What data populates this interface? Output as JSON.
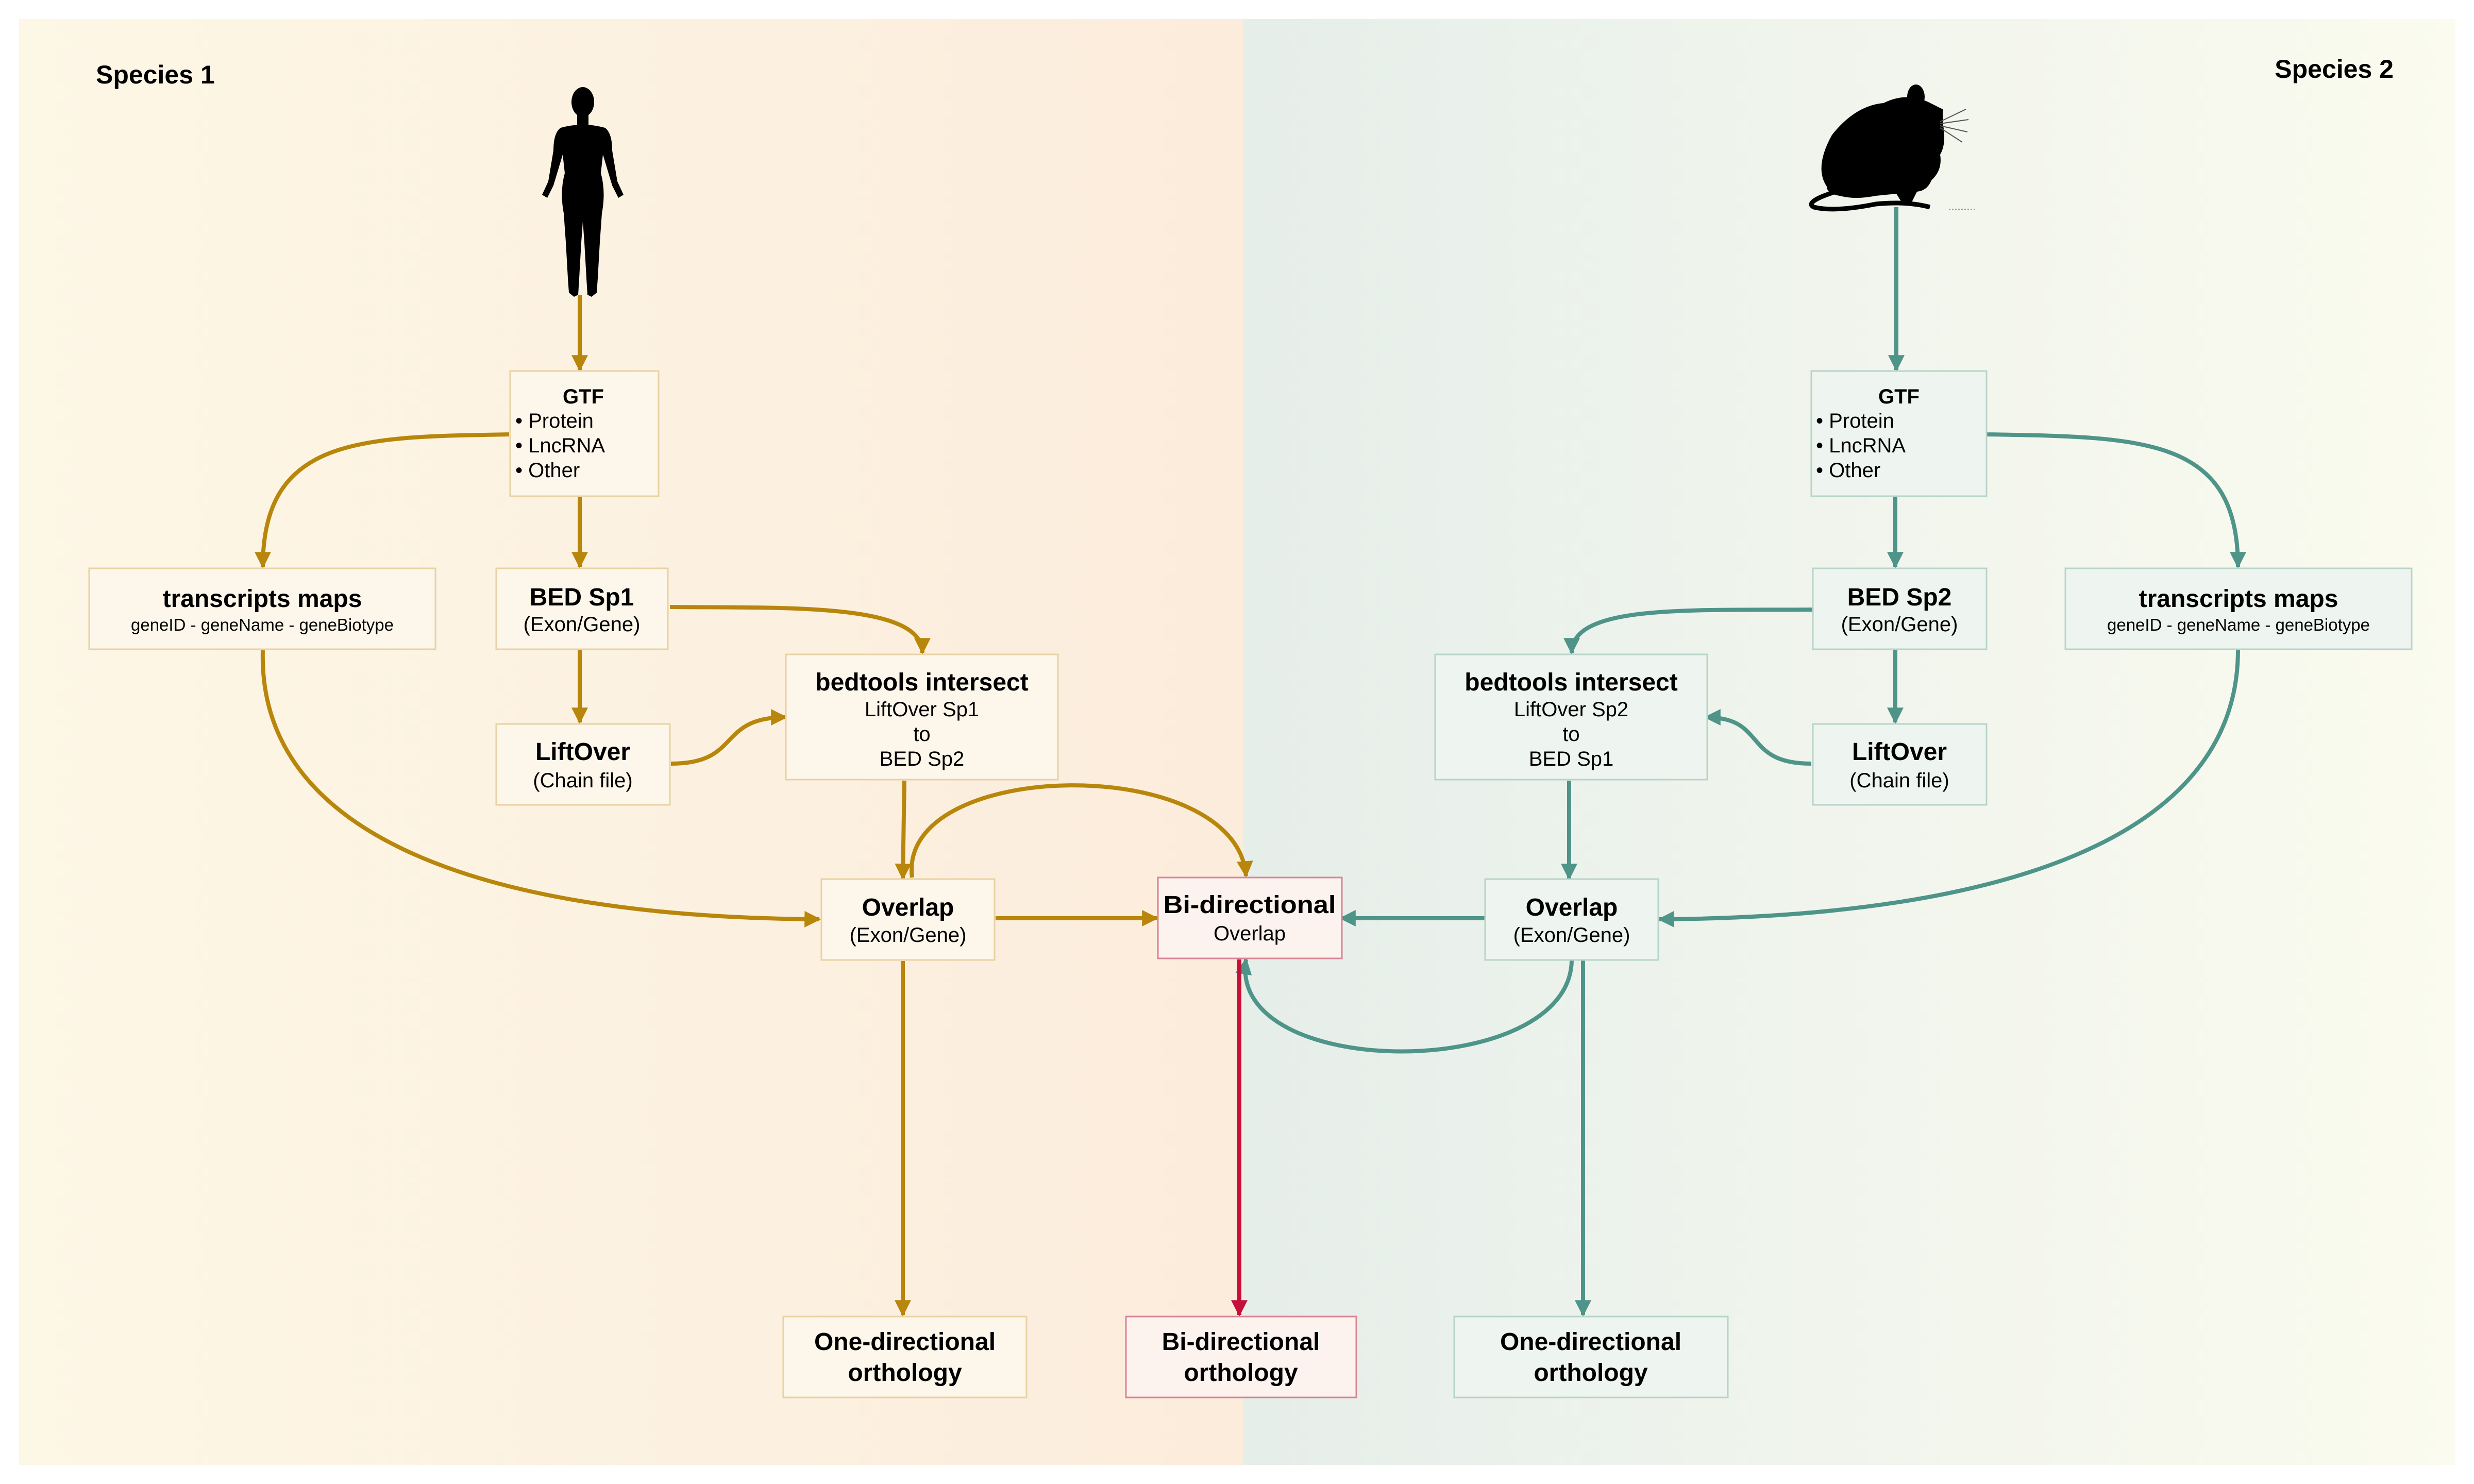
{
  "species_left": "Species 1",
  "species_right": "Species 2",
  "colors": {
    "left_arrows": "#b8860b",
    "right_arrows": "#4e9489",
    "center_arrow": "#c4103a",
    "left_bg_start": "#fdf7e6",
    "left_bg_end": "#fcecdc",
    "right_bg_start": "#e6eeea",
    "right_bg_end": "#fbfbef"
  },
  "icons": {
    "left": "human-silhouette-icon",
    "right": "mouse-silhouette-icon"
  },
  "left": {
    "gtf": {
      "title": "GTF",
      "items": [
        "Protein",
        "LncRNA",
        "Other"
      ]
    },
    "transcripts": {
      "title": "transcripts maps",
      "subtitle": "geneID - geneName - geneBiotype"
    },
    "bed": {
      "title": "BED Sp1",
      "subtitle": "(Exon/Gene)"
    },
    "liftover": {
      "title": "LiftOver",
      "subtitle": "(Chain file)"
    },
    "bedtools": {
      "title": "bedtools intersect",
      "lines": [
        "LiftOver Sp1",
        "to",
        "BED Sp2"
      ]
    },
    "overlap": {
      "title": "Overlap",
      "subtitle": "(Exon/Gene)"
    },
    "result": {
      "line1": "One-directional",
      "line2": "orthology"
    }
  },
  "right": {
    "gtf": {
      "title": "GTF",
      "items": [
        "Protein",
        "LncRNA",
        "Other"
      ]
    },
    "transcripts": {
      "title": "transcripts maps",
      "subtitle": "geneID - geneName - geneBiotype"
    },
    "bed": {
      "title": "BED Sp2",
      "subtitle": "(Exon/Gene)"
    },
    "liftover": {
      "title": "LiftOver",
      "subtitle": "(Chain file)"
    },
    "bedtools": {
      "title": "bedtools intersect",
      "lines": [
        "LiftOver Sp2",
        "to",
        "BED Sp1"
      ]
    },
    "overlap": {
      "title": "Overlap",
      "subtitle": "(Exon/Gene)"
    },
    "result": {
      "line1": "One-directional",
      "line2": "orthology"
    }
  },
  "center": {
    "bidir": {
      "title": "Bi-directional",
      "subtitle": "Overlap"
    },
    "result": {
      "line1": "Bi-directional",
      "line2": "orthology"
    }
  }
}
